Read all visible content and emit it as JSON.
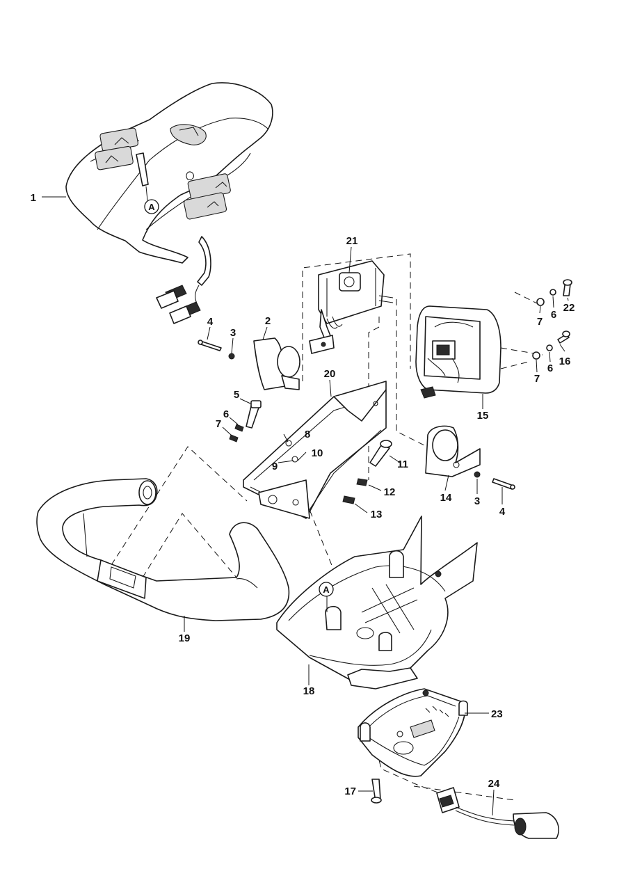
{
  "callouts": [
    "1",
    "2",
    "3",
    "4",
    "5",
    "6",
    "7",
    "8",
    "9",
    "10",
    "11",
    "12",
    "13",
    "14",
    "3",
    "4",
    "15",
    "16",
    "6",
    "7",
    "22",
    "6",
    "7",
    "17",
    "18",
    "19",
    "20",
    "21",
    "23",
    "24"
  ],
  "references": [
    "A",
    "A"
  ],
  "colors": {
    "line": "#1a1a1a",
    "background": "#ffffff",
    "shade": "#d9d9d9"
  }
}
